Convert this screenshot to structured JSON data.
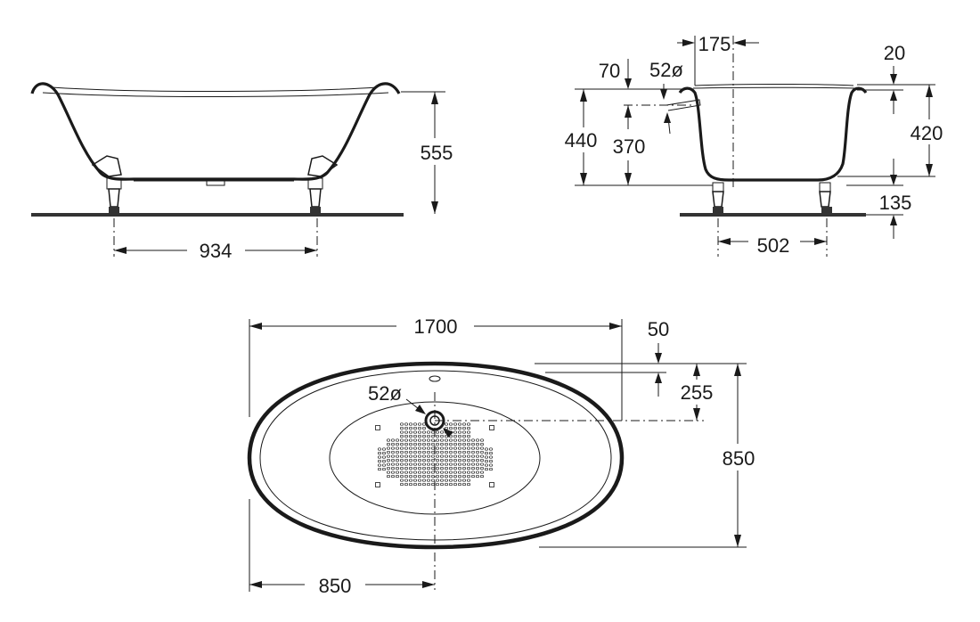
{
  "colors": {
    "ink": "#1a1a1a",
    "floor": "#333333",
    "background": "#ffffff"
  },
  "side_view": {
    "height_label": "555",
    "feet_spacing_label": "934"
  },
  "end_view": {
    "overflow_offset_label": "175",
    "rim_thickness_label": "20",
    "overflow_drop_label": "70",
    "overflow_diameter_label": "52ø",
    "total_height_label": "440",
    "overflow_height_label": "370",
    "inner_depth_label": "420",
    "base_clearance_label": "135",
    "feet_spacing_label": "502"
  },
  "plan_view": {
    "length_label": "1700",
    "overflow_inset_label": "50",
    "drain_offset_label": "255",
    "width_label": "850",
    "drain_position_label": "850",
    "drain_diameter_label": "52ø"
  }
}
